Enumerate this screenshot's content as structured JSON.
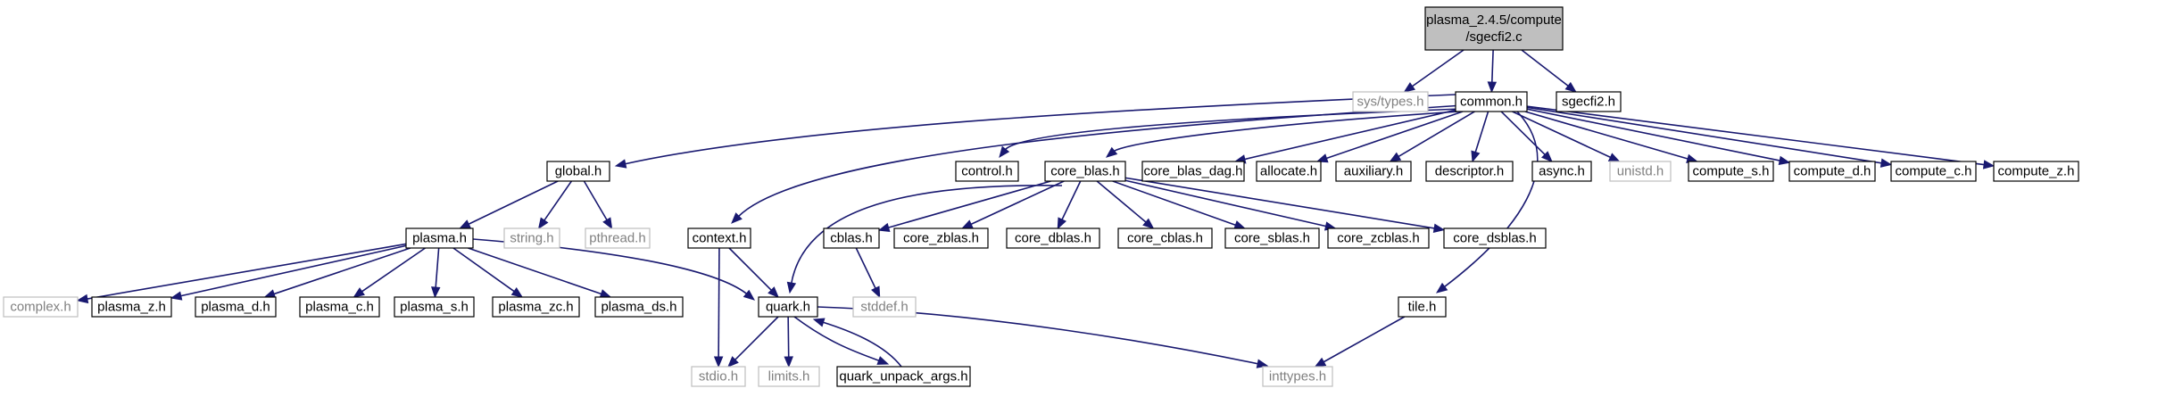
{
  "diagram": {
    "colors": {
      "edge": "#191970",
      "root_fill": "#bfbfbf",
      "node_fill": "#ffffff",
      "node_border": "#000000",
      "external_border": "#bfbfbf",
      "external_text": "#808080",
      "text": "#000000"
    },
    "nodes": {
      "root": {
        "lines": [
          "plasma_2.4.5/compute",
          "/sgecfi2.c"
        ],
        "kind": "root"
      },
      "sys_types": {
        "lines": [
          "sys/types.h"
        ],
        "kind": "external"
      },
      "common": {
        "lines": [
          "common.h"
        ],
        "kind": "normal"
      },
      "sgecfi2_h": {
        "lines": [
          "sgecfi2.h"
        ],
        "kind": "normal"
      },
      "global": {
        "lines": [
          "global.h"
        ],
        "kind": "normal"
      },
      "context": {
        "lines": [
          "context.h"
        ],
        "kind": "normal"
      },
      "control": {
        "lines": [
          "control.h"
        ],
        "kind": "normal"
      },
      "core_blas": {
        "lines": [
          "core_blas.h"
        ],
        "kind": "normal"
      },
      "core_blas_dag": {
        "lines": [
          "core_blas_dag.h"
        ],
        "kind": "normal"
      },
      "allocate": {
        "lines": [
          "allocate.h"
        ],
        "kind": "normal"
      },
      "auxiliary": {
        "lines": [
          "auxiliary.h"
        ],
        "kind": "normal"
      },
      "descriptor": {
        "lines": [
          "descriptor.h"
        ],
        "kind": "normal"
      },
      "async": {
        "lines": [
          "async.h"
        ],
        "kind": "normal"
      },
      "unistd": {
        "lines": [
          "unistd.h"
        ],
        "kind": "external"
      },
      "compute_s": {
        "lines": [
          "compute_s.h"
        ],
        "kind": "normal"
      },
      "compute_d": {
        "lines": [
          "compute_d.h"
        ],
        "kind": "normal"
      },
      "compute_c": {
        "lines": [
          "compute_c.h"
        ],
        "kind": "normal"
      },
      "compute_z": {
        "lines": [
          "compute_z.h"
        ],
        "kind": "normal"
      },
      "plasma": {
        "lines": [
          "plasma.h"
        ],
        "kind": "normal"
      },
      "string": {
        "lines": [
          "string.h"
        ],
        "kind": "external"
      },
      "pthread": {
        "lines": [
          "pthread.h"
        ],
        "kind": "external"
      },
      "complex": {
        "lines": [
          "complex.h"
        ],
        "kind": "external"
      },
      "plasma_z": {
        "lines": [
          "plasma_z.h"
        ],
        "kind": "normal"
      },
      "plasma_d": {
        "lines": [
          "plasma_d.h"
        ],
        "kind": "normal"
      },
      "plasma_c": {
        "lines": [
          "plasma_c.h"
        ],
        "kind": "normal"
      },
      "plasma_s": {
        "lines": [
          "plasma_s.h"
        ],
        "kind": "normal"
      },
      "plasma_zc": {
        "lines": [
          "plasma_zc.h"
        ],
        "kind": "normal"
      },
      "plasma_ds": {
        "lines": [
          "plasma_ds.h"
        ],
        "kind": "normal"
      },
      "quark": {
        "lines": [
          "quark.h"
        ],
        "kind": "normal"
      },
      "stdio": {
        "lines": [
          "stdio.h"
        ],
        "kind": "external"
      },
      "limits": {
        "lines": [
          "limits.h"
        ],
        "kind": "external"
      },
      "quark_unpack": {
        "lines": [
          "quark_unpack_args.h"
        ],
        "kind": "normal"
      },
      "cblas": {
        "lines": [
          "cblas.h"
        ],
        "kind": "normal"
      },
      "stddef": {
        "lines": [
          "stddef.h"
        ],
        "kind": "external"
      },
      "core_zblas": {
        "lines": [
          "core_zblas.h"
        ],
        "kind": "normal"
      },
      "core_dblas": {
        "lines": [
          "core_dblas.h"
        ],
        "kind": "normal"
      },
      "core_cblas": {
        "lines": [
          "core_cblas.h"
        ],
        "kind": "normal"
      },
      "core_sblas": {
        "lines": [
          "core_sblas.h"
        ],
        "kind": "normal"
      },
      "core_zcblas": {
        "lines": [
          "core_zcblas.h"
        ],
        "kind": "normal"
      },
      "core_dsblas": {
        "lines": [
          "core_dsblas.h"
        ],
        "kind": "normal"
      },
      "tile": {
        "lines": [
          "tile.h"
        ],
        "kind": "normal"
      },
      "inttypes": {
        "lines": [
          "inttypes.h"
        ],
        "kind": "external"
      }
    },
    "edges": [
      {
        "from": "root",
        "to": "sys_types"
      },
      {
        "from": "root",
        "to": "common"
      },
      {
        "from": "root",
        "to": "sgecfi2_h"
      },
      {
        "from": "common",
        "to": "global"
      },
      {
        "from": "common",
        "to": "context"
      },
      {
        "from": "common",
        "to": "control"
      },
      {
        "from": "common",
        "to": "core_blas"
      },
      {
        "from": "common",
        "to": "core_blas_dag"
      },
      {
        "from": "common",
        "to": "allocate"
      },
      {
        "from": "common",
        "to": "auxiliary"
      },
      {
        "from": "common",
        "to": "descriptor"
      },
      {
        "from": "common",
        "to": "async"
      },
      {
        "from": "common",
        "to": "unistd"
      },
      {
        "from": "common",
        "to": "compute_s"
      },
      {
        "from": "common",
        "to": "compute_d"
      },
      {
        "from": "common",
        "to": "compute_c"
      },
      {
        "from": "common",
        "to": "compute_z"
      },
      {
        "from": "common",
        "to": "tile"
      },
      {
        "from": "global",
        "to": "plasma"
      },
      {
        "from": "global",
        "to": "string"
      },
      {
        "from": "global",
        "to": "pthread"
      },
      {
        "from": "plasma",
        "to": "complex"
      },
      {
        "from": "plasma",
        "to": "plasma_z"
      },
      {
        "from": "plasma",
        "to": "plasma_d"
      },
      {
        "from": "plasma",
        "to": "plasma_c"
      },
      {
        "from": "plasma",
        "to": "plasma_s"
      },
      {
        "from": "plasma",
        "to": "plasma_zc"
      },
      {
        "from": "plasma",
        "to": "plasma_ds"
      },
      {
        "from": "plasma",
        "to": "quark"
      },
      {
        "from": "context",
        "to": "quark"
      },
      {
        "from": "context",
        "to": "stdio"
      },
      {
        "from": "core_blas",
        "to": "quark"
      },
      {
        "from": "core_blas",
        "to": "cblas"
      },
      {
        "from": "core_blas",
        "to": "core_zblas"
      },
      {
        "from": "core_blas",
        "to": "core_dblas"
      },
      {
        "from": "core_blas",
        "to": "core_cblas"
      },
      {
        "from": "core_blas",
        "to": "core_sblas"
      },
      {
        "from": "core_blas",
        "to": "core_zcblas"
      },
      {
        "from": "core_blas",
        "to": "core_dsblas"
      },
      {
        "from": "cblas",
        "to": "stddef"
      },
      {
        "from": "quark",
        "to": "stdio"
      },
      {
        "from": "quark",
        "to": "limits"
      },
      {
        "from": "quark",
        "to": "quark_unpack"
      },
      {
        "from": "quark",
        "to": "inttypes"
      },
      {
        "from": "quark_unpack",
        "to": "quark"
      },
      {
        "from": "tile",
        "to": "inttypes"
      }
    ]
  }
}
